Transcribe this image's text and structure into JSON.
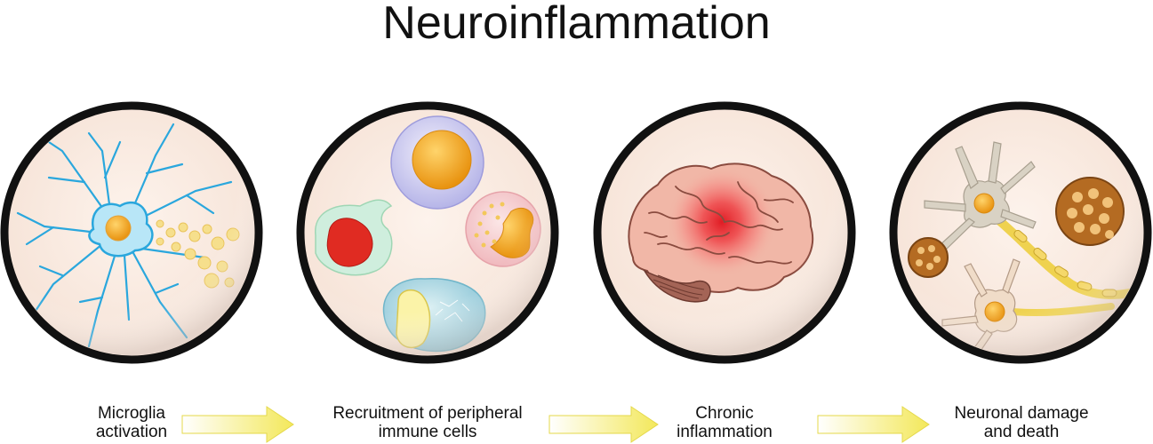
{
  "title": "Neuroinflammation",
  "stages": [
    {
      "line1": "Microglia",
      "line2": "activation",
      "icon": "microglia-cell-icon"
    },
    {
      "line1": "Recruitment of peripheral",
      "line2": "immune cells",
      "icon": "immune-cells-icon"
    },
    {
      "line1": "Chronic",
      "line2": "inflammation",
      "icon": "inflamed-brain-icon"
    },
    {
      "line1": "Neuronal damage",
      "line2": "and death",
      "icon": "damaged-neurons-icon"
    }
  ],
  "arrows": [
    "arrow-right-icon",
    "arrow-right-icon",
    "arrow-right-icon"
  ],
  "colors": {
    "circle_fill": "#fbeee6",
    "circle_border": "#111111",
    "arrow_fill": "#f8f28a",
    "microglia": "#2aa7dd",
    "inflammation": "#e8262b",
    "brain": "#f1b7a7",
    "neuron": "#d9d2c4",
    "nucleus": "#f5a623"
  }
}
